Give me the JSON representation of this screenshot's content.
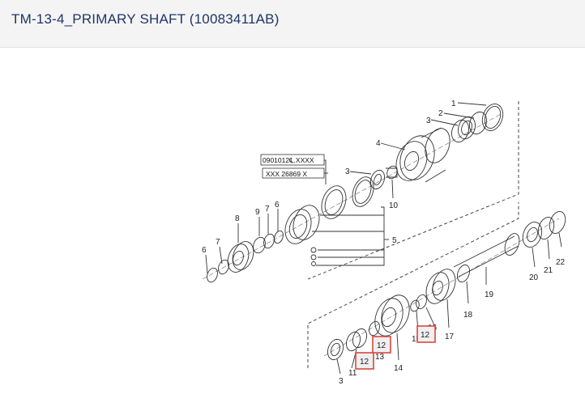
{
  "page": {
    "title": "TM-13-4_PRIMARY SHAFT (10083411AB)"
  },
  "diagram": {
    "codes": [
      "0901012℄.XXXX",
      "XXX 26869 X"
    ],
    "callouts": [
      "1",
      "2",
      "3",
      "4",
      "3",
      "10",
      "5",
      "6",
      "7",
      "8",
      "9",
      "7",
      "6",
      "6",
      "20",
      "21",
      "22",
      "19",
      "18",
      "17",
      "16",
      "15",
      "14",
      "13",
      "11",
      "3"
    ],
    "highlighted": [
      "12",
      "12",
      "12"
    ],
    "colors": {
      "highlight_border": "#d9473f",
      "highlight_fill": "#efefef",
      "line": "#333333"
    }
  }
}
